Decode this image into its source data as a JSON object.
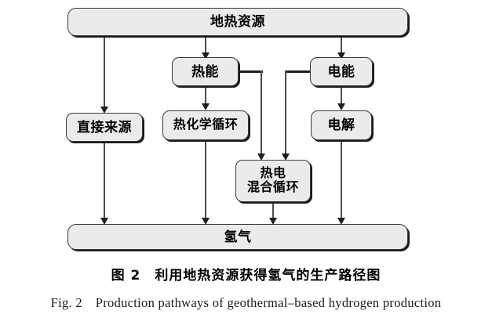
{
  "figure": {
    "caption_cn": "图 2 利用地热资源获得氢气的生产路径图",
    "caption_en": "Fig. 2 Production pathways of geothermal–based hydrogen production",
    "colors": {
      "box_fill": "#ebebeb",
      "box_border": "#3a3a3a",
      "box_shadow": "#1a1a1a",
      "connector": "#1f1f1f",
      "background": "#ffffff"
    }
  },
  "nodes": {
    "source": {
      "label": "地热资源"
    },
    "thermal_energy": {
      "label": "热能"
    },
    "electric_energy": {
      "label": "电能"
    },
    "direct_source": {
      "label": "直接来源"
    },
    "thermochemical_cycle": {
      "label": "热化学循环"
    },
    "electrolysis": {
      "label": "电解"
    },
    "hybrid_cycle": {
      "label_line1": "热电",
      "label_line2": "混合循环"
    },
    "hydrogen": {
      "label": "氢气"
    }
  },
  "edges": [
    {
      "name": "source-to-direct-source",
      "from": "地热资源",
      "to": "直接来源"
    },
    {
      "name": "source-to-thermal-energy",
      "from": "地热资源",
      "to": "热能"
    },
    {
      "name": "source-to-electric-energy",
      "from": "地热资源",
      "to": "电能"
    },
    {
      "name": "thermal-energy-to-thermochemical-cycle",
      "from": "热能",
      "to": "热化学循环"
    },
    {
      "name": "thermal-energy-to-hybrid-cycle",
      "from": "热能",
      "to": "热电混合循环"
    },
    {
      "name": "electric-energy-to-electrolysis",
      "from": "电能",
      "to": "电解"
    },
    {
      "name": "electric-energy-to-hybrid-cycle",
      "from": "电能",
      "to": "热电混合循环"
    },
    {
      "name": "direct-source-to-hydrogen",
      "from": "直接来源",
      "to": "氢气"
    },
    {
      "name": "thermochemical-cycle-to-hydrogen",
      "from": "热化学循环",
      "to": "氢气"
    },
    {
      "name": "hybrid-cycle-to-hydrogen",
      "from": "热电混合循环",
      "to": "氢气"
    },
    {
      "name": "electrolysis-to-hydrogen",
      "from": "电解",
      "to": "氢气"
    }
  ]
}
